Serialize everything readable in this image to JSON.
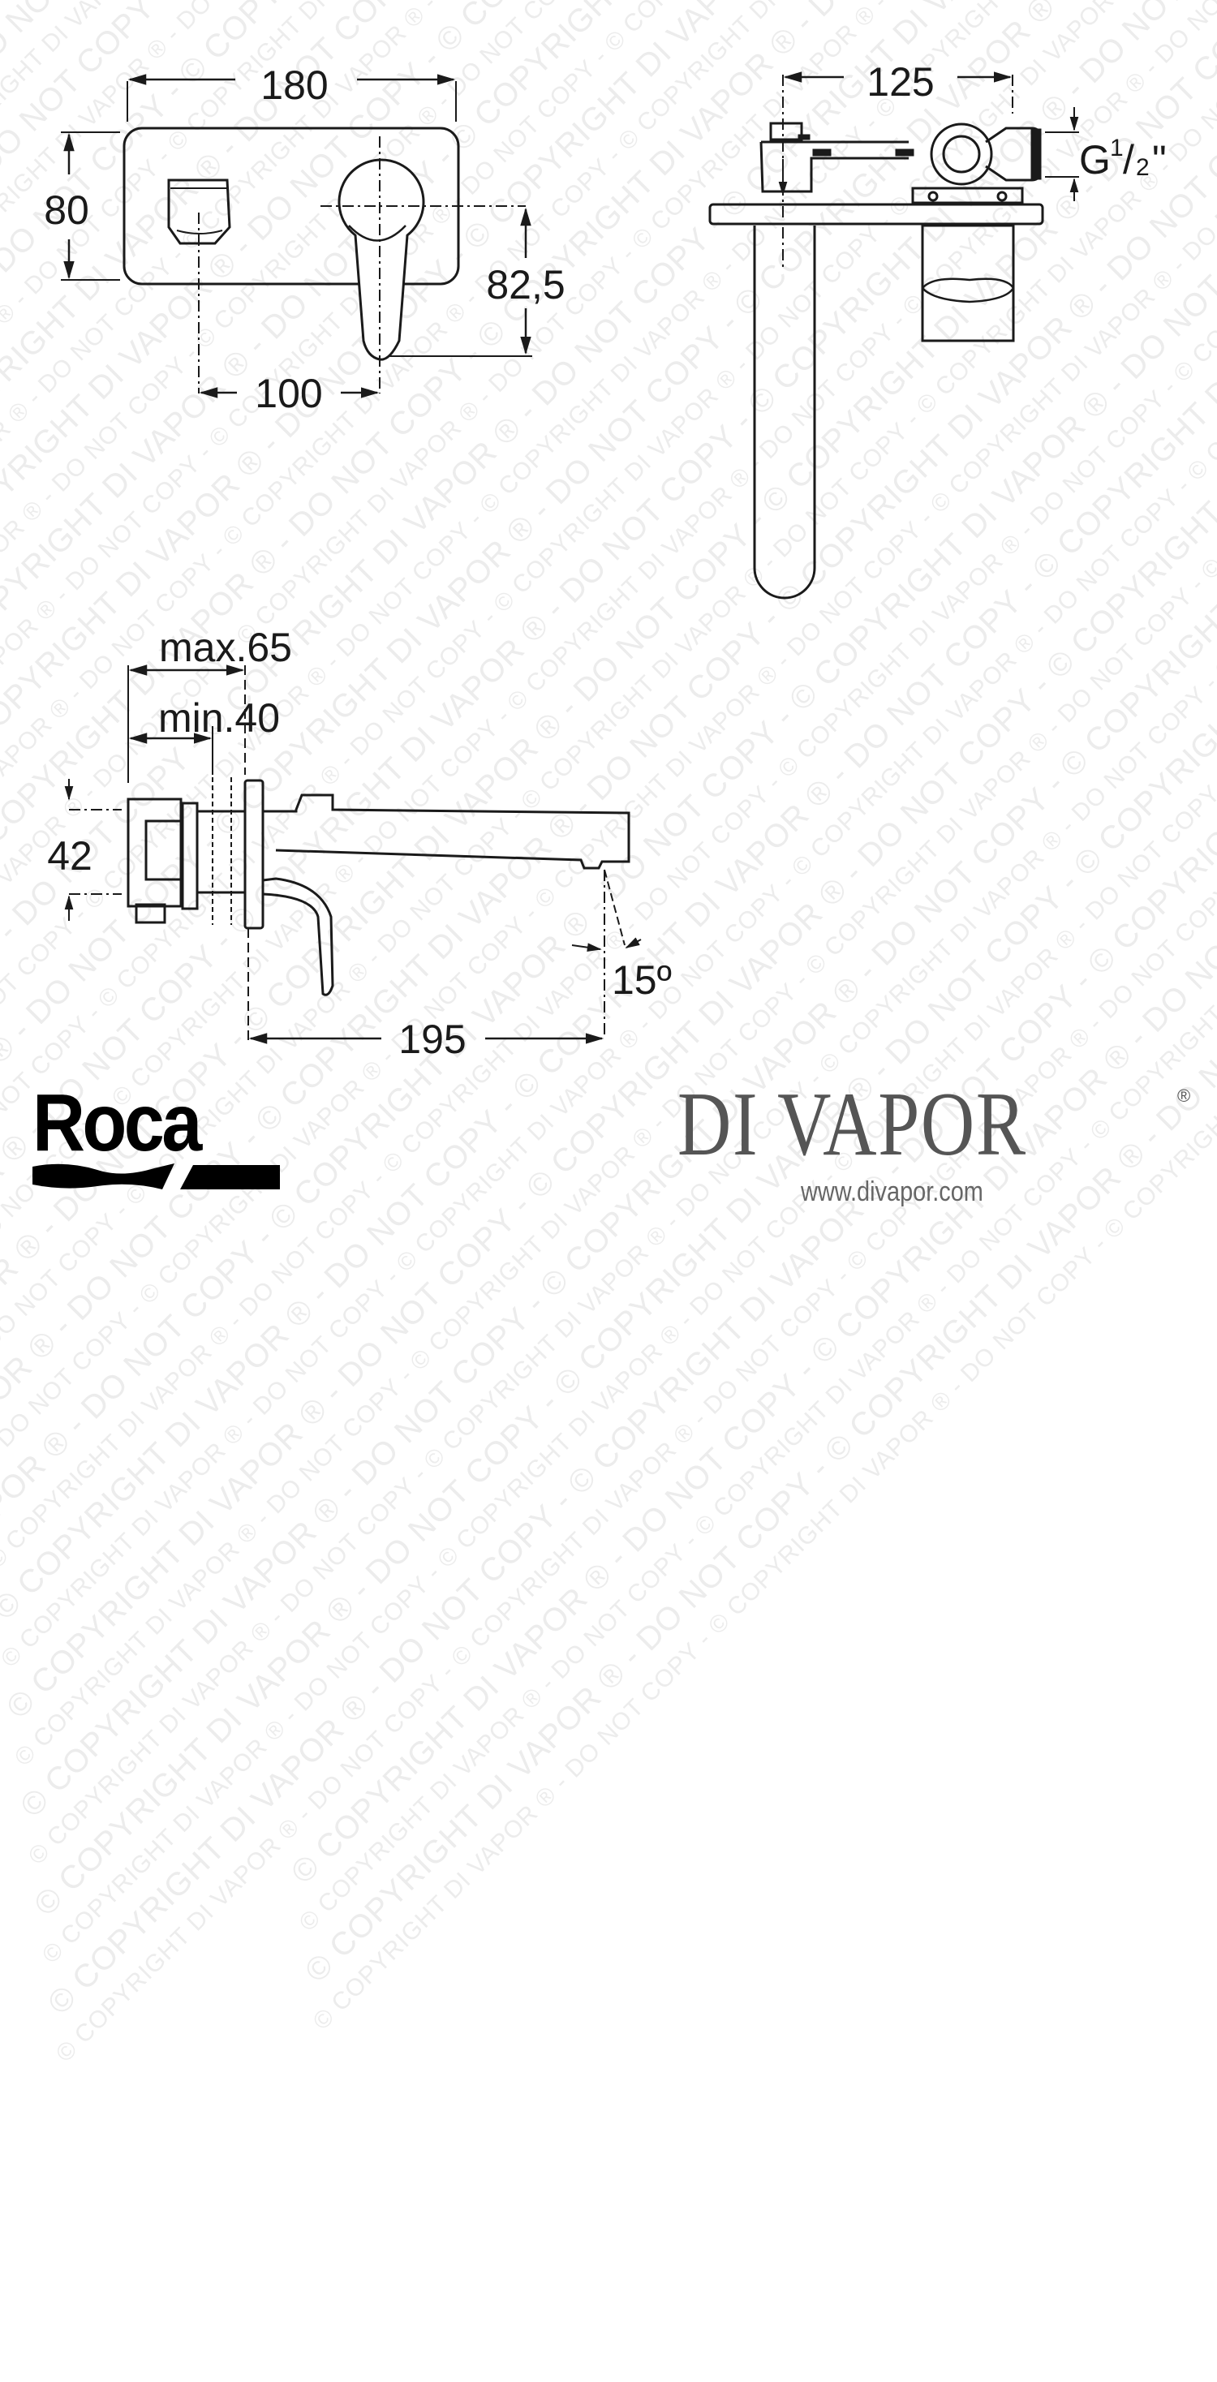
{
  "watermark": {
    "text": "© COPYRIGHT DI VAPOR ® - DO NOT COPY - ",
    "color": "#ececec"
  },
  "front_view": {
    "width_label": "180",
    "height_label": "80",
    "handle_offset_label": "82,5",
    "spout_handle_spacing_label": "100"
  },
  "top_view": {
    "depth_label": "125",
    "thread_label_main": "G",
    "thread_label_frac_num": "1",
    "thread_label_frac_sep": "/",
    "thread_label_frac_den": "2",
    "thread_label_inch": "\""
  },
  "side_view": {
    "max_label": "max.65",
    "min_label": "min.40",
    "body_height_label": "42",
    "spout_length_label": "195",
    "angle_label": "15º"
  },
  "branding": {
    "manufacturer": "Roca",
    "retailer": "DI VAPOR",
    "retailer_reg": "®",
    "retailer_url": "www.divapor.com",
    "line_color": "#1a1a1a",
    "retailer_color": "#555555"
  }
}
